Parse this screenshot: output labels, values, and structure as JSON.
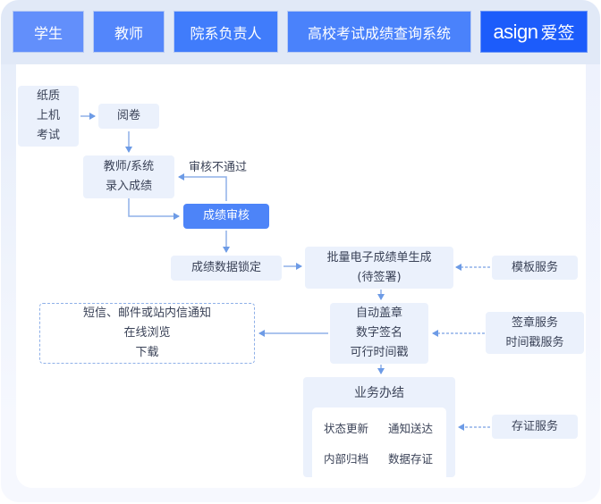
{
  "header": {
    "tabs": [
      {
        "label": "学生",
        "color": "#628ffb"
      },
      {
        "label": "教师",
        "color": "#5386fb"
      },
      {
        "label": "院系负责人",
        "color": "#407cfb"
      },
      {
        "label": "高校考试成绩查询系统",
        "color": "#4a82fb"
      }
    ],
    "brand": {
      "latin": "asign",
      "cjk": "爱签",
      "color": "#1c5cfb"
    }
  },
  "flow": {
    "exam": "纸质\n上机\n考试",
    "exam_lines": [
      "纸质",
      "上机",
      "考试"
    ],
    "grading": "阅卷",
    "entry_lines": [
      "教师/系统",
      "录入成绩"
    ],
    "review": "成绩审核",
    "reject_label": "审核不通过",
    "lock": "成绩数据锁定",
    "generate_lines": [
      "批量电子成绩单生成",
      "(待签署)"
    ],
    "sign_lines": [
      "自动盖章",
      "数字签名",
      "可行时间戳"
    ],
    "notify_lines": [
      "短信、邮件或站内信通知",
      "在线浏览",
      "下载"
    ],
    "complete": {
      "title": "业务办结",
      "items": [
        "状态更新",
        "通知送达",
        "内部归档",
        "数据存证"
      ]
    },
    "services": {
      "template": "模板服务",
      "sign_lines": [
        "签章服务",
        "时间戳服务"
      ],
      "evidence": "存证服务"
    }
  },
  "colors": {
    "line": "#8fb0e8",
    "box": "#ebf1fc",
    "primary": "#4d84f8"
  }
}
